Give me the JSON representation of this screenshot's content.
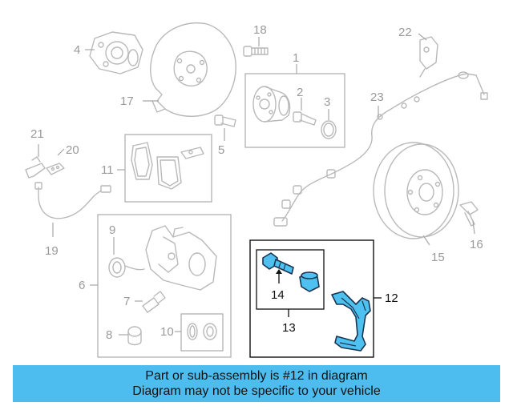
{
  "diagram": {
    "part_numbers": {
      "p1": "1",
      "p2": "2",
      "p3": "3",
      "p4": "4",
      "p5": "5",
      "p6": "6",
      "p7": "7",
      "p8": "8",
      "p9": "9",
      "p10": "10",
      "p11": "11",
      "p12": "12",
      "p13": "13",
      "p14": "14",
      "p15": "15",
      "p16": "16",
      "p17": "17",
      "p18": "18",
      "p19": "19",
      "p20": "20",
      "p21": "21",
      "p22": "22",
      "p23": "23"
    },
    "highlighted_part": "12",
    "colors": {
      "highlight_fill": "#4fc1f0",
      "highlight_stroke": "#1b3550",
      "banner": "#4dbdf0"
    }
  },
  "banner": {
    "line1": "Part or sub-assembly is #12 in diagram",
    "line2": "Diagram may not be specific to your vehicle"
  }
}
